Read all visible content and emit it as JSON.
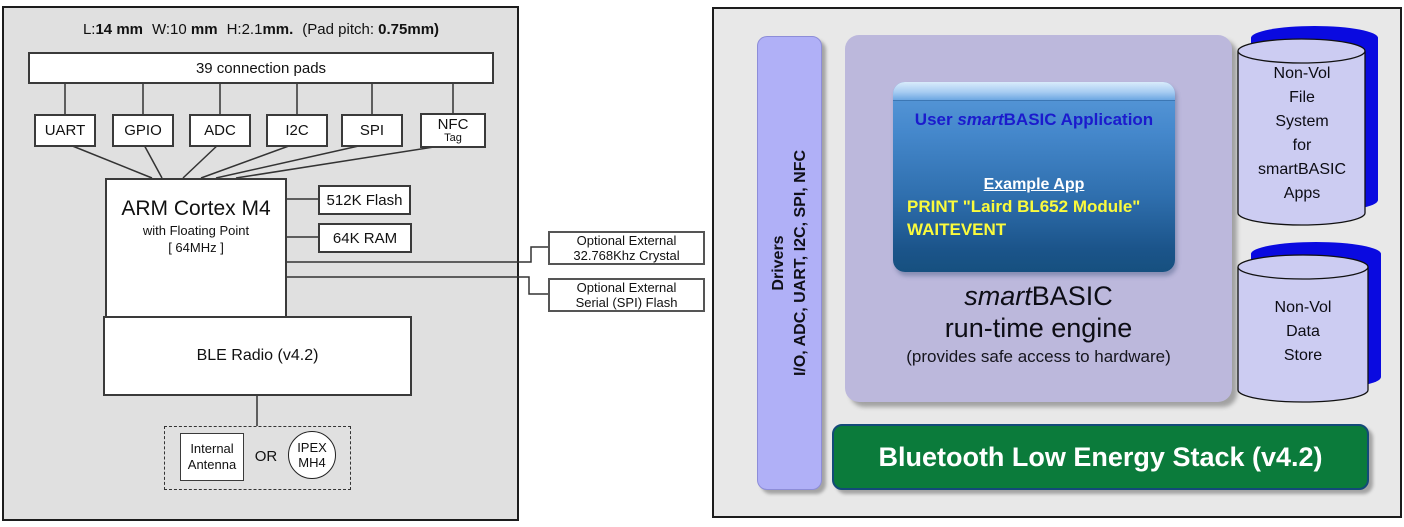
{
  "left_panel": {
    "dimensions_title": {
      "l_label": "L:",
      "l_value": "14 mm",
      "w_label": "W:10 ",
      "w_value": "mm",
      "h_label": "H:2.1",
      "h_value": "mm.",
      "pitch_label": "(Pad pitch: ",
      "pitch_value": "0.75mm)"
    },
    "pads_box": "39 connection pads",
    "interfaces": [
      "UART",
      "GPIO",
      "ADC",
      "I2C",
      "SPI"
    ],
    "nfc_box": {
      "line1": "NFC",
      "line2": "Tag"
    },
    "cpu_box": {
      "line1": "ARM Cortex M4",
      "line2": "with Floating Point",
      "line3": "[ 64MHz ]"
    },
    "flash_box": "512K Flash",
    "ram_box": "64K RAM",
    "ble_radio_box": "BLE Radio (v4.2)",
    "antenna_group": {
      "internal_line1": "Internal",
      "internal_line2": "Antenna",
      "or_label": "OR",
      "ipex_line1": "IPEX",
      "ipex_line2": "MH4"
    },
    "external_boxes": {
      "crystal_line1": "Optional External",
      "crystal_line2": "32.768Khz Crystal",
      "spi_flash_line1": "Optional External",
      "spi_flash_line2": "Serial (SPI) Flash"
    }
  },
  "right_panel": {
    "drivers_bar": {
      "line1": "Drivers",
      "line2": "I/O, ADC, UART, I2C, SPI, NFC"
    },
    "app_box": {
      "title_pre": "User ",
      "title_italic": "smart",
      "title_post": "BASIC Application",
      "example_heading": "Example App",
      "code_line1": "PRINT \"Laird BL652 Module\"",
      "code_line2": "WAITEVENT"
    },
    "runtime_engine": {
      "title_italic": "smart",
      "title_rest": "BASIC",
      "subtitle": "run-time engine",
      "note": "(provides safe access to hardware)"
    },
    "file_system_cylinder": {
      "lines": [
        "Non-Vol",
        "File",
        "System",
        "for",
        "smartBASIC",
        "Apps"
      ]
    },
    "data_store_cylinder": {
      "lines": [
        "Non-Vol",
        "Data",
        "Store"
      ]
    },
    "ble_stack_bar": "Bluetooth Low Energy Stack (v4.2)"
  },
  "colors": {
    "panel_left_bg": "#e0e0e0",
    "panel_right_bg": "#e8e8e8",
    "drivers_bar": "#b0b0f7",
    "runtime_box": "#bcb8dc",
    "app_box_gradient_top": "#5a9ada",
    "app_box_gradient_bottom": "#16507f",
    "app_title_text": "#1b1bcd",
    "code_text": "#fbfb3c",
    "cylinder_fill": "#ccccf2",
    "cylinder_shadow": "#0a0ae0",
    "ble_stack_green": "#0b7b3b"
  }
}
